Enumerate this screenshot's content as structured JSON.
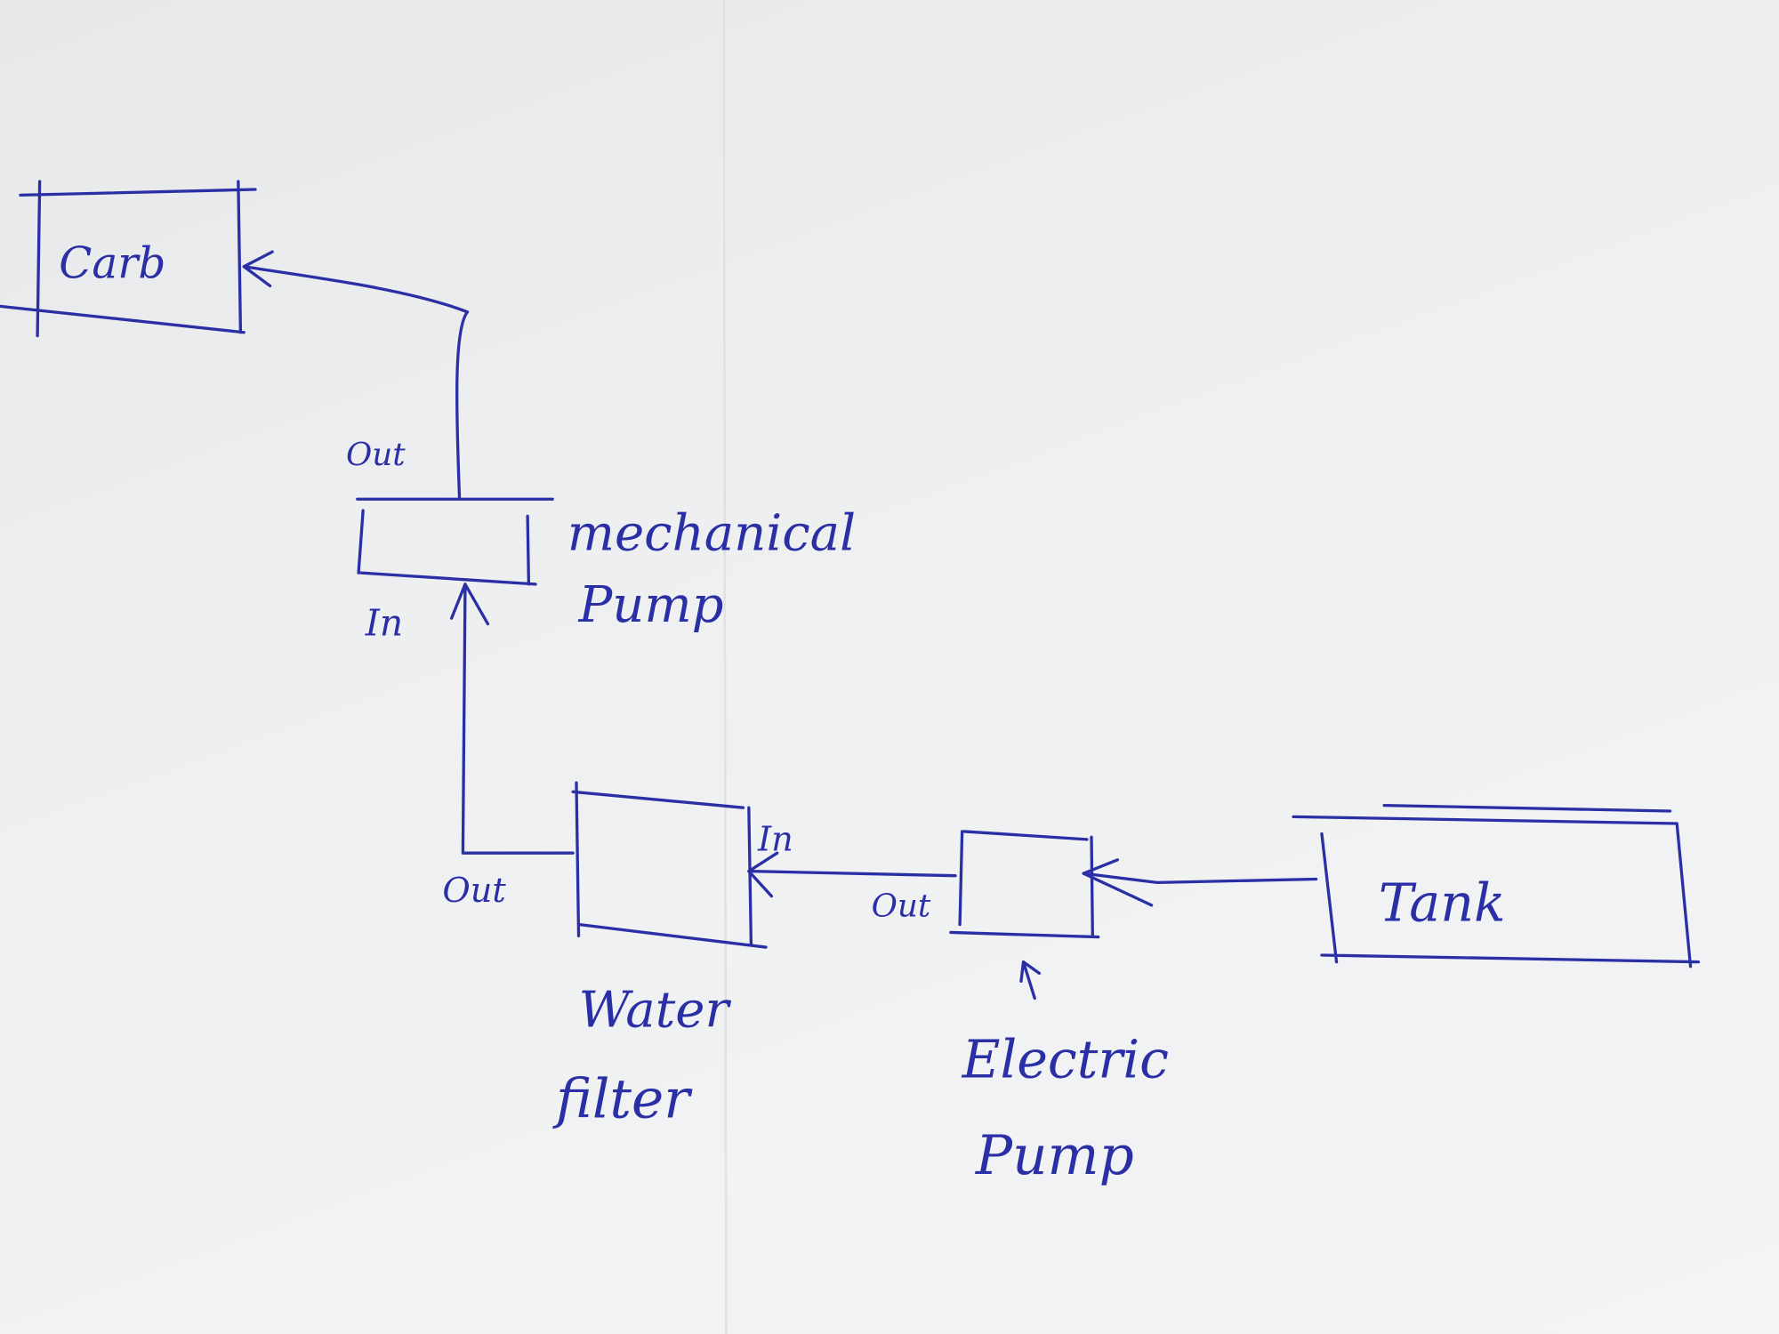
{
  "diagram": {
    "ink_color": "#2b2fa6",
    "nodes": {
      "carb": "Carb",
      "mechanical_pump": {
        "line1": "mechanical",
        "line2": "Pump",
        "port_out": "Out",
        "port_in": "In"
      },
      "water_filter": {
        "line1": "Water",
        "line2": "filter",
        "port_out": "Out",
        "port_in": "In"
      },
      "electric_pump": {
        "line1": "Electric",
        "line2": "Pump",
        "port_out": "Out"
      },
      "tank": "Tank"
    }
  }
}
